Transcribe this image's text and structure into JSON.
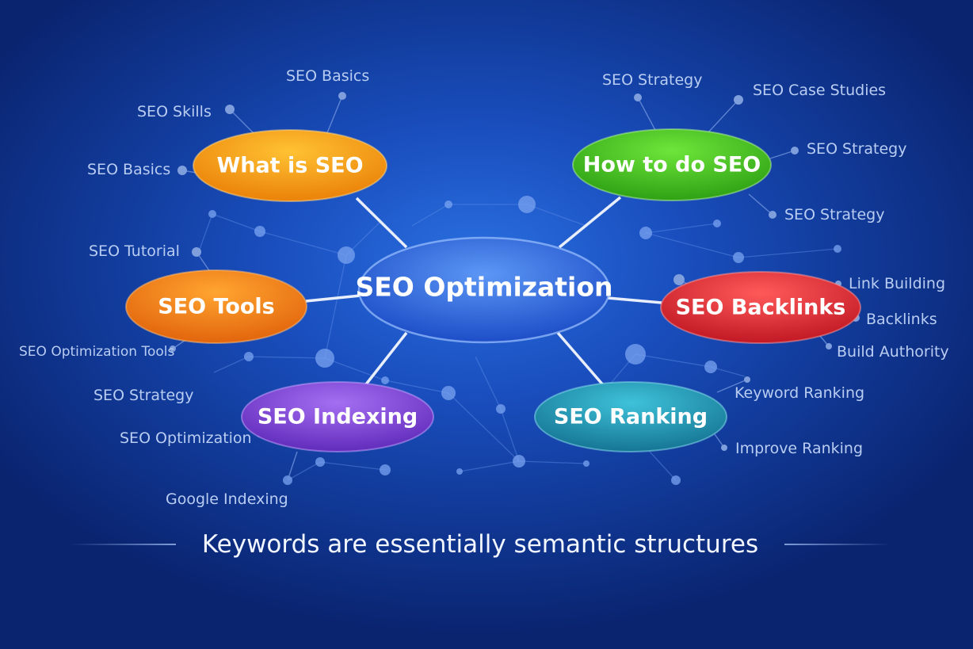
{
  "center": {
    "label": "SEO Optimization",
    "color": "#1f5fd9"
  },
  "nodes": [
    {
      "id": "what-is-seo",
      "label": "What is SEO",
      "color": "#f29a0c"
    },
    {
      "id": "how-to-do-seo",
      "label": "How to do SEO",
      "color": "#3cb81a"
    },
    {
      "id": "seo-tools",
      "label": "SEO Tools",
      "color": "#f07f0f"
    },
    {
      "id": "seo-backlinks",
      "label": "SEO Backlinks",
      "color": "#d9242a"
    },
    {
      "id": "seo-indexing",
      "label": "SEO Indexing",
      "color": "#7a3fd0"
    },
    {
      "id": "seo-ranking",
      "label": "SEO Ranking",
      "color": "#1e8fb0"
    }
  ],
  "keywords": {
    "what_is_seo": [
      "SEO Basics",
      "SEO Skills",
      "SEO Basics"
    ],
    "how_to_do_seo": [
      "SEO Strategy",
      "SEO Case Studies",
      "SEO Strategy",
      "SEO Strategy"
    ],
    "seo_tools": [
      "SEO Tutorial",
      "SEO Optimization Tools",
      "SEO Strategy"
    ],
    "seo_backlinks": [
      "Link Building",
      "Backlinks",
      "Build Authority"
    ],
    "seo_indexing": [
      "SEO Optimization",
      "Google Indexing"
    ],
    "seo_ranking": [
      "Keyword Ranking",
      "Improve Ranking"
    ]
  },
  "caption": "Keywords are essentially semantic structures"
}
